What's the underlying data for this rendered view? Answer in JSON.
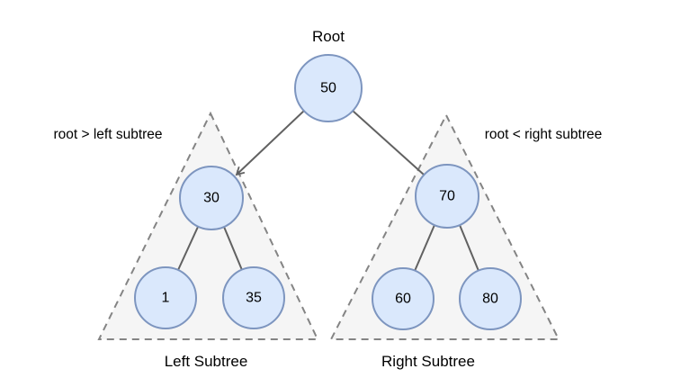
{
  "diagram": {
    "title_label": "Root",
    "annotations": {
      "left": "root > left subtree",
      "right": "root < right subtree"
    },
    "subtree_labels": {
      "left": "Left Subtree",
      "right": "Right Subtree"
    },
    "nodes": {
      "root": "50",
      "left_child": "30",
      "right_child": "70",
      "left_left_leaf": "1",
      "left_right_leaf": "35",
      "right_left_leaf": "60",
      "right_right_leaf": "80"
    },
    "colors": {
      "node_fill": "#dae8fc",
      "node_stroke": "#7d95bf",
      "edge": "#616161",
      "triangle_fill": "#f5f5f5",
      "triangle_stroke": "#848484",
      "text": "#000000",
      "background": "#ffffff"
    }
  }
}
